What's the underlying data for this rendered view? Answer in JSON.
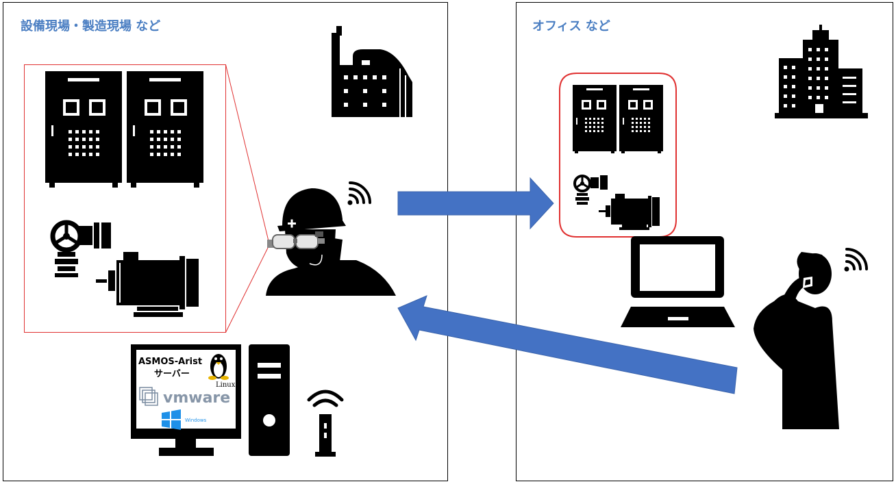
{
  "panels": {
    "left_title": "設備現場・製造現場 など",
    "right_title": "オフィス など"
  },
  "server": {
    "name_line1": "ASMOS-Arist",
    "name_line2": "サーバー",
    "linux_label": "Linux",
    "vmware_label": "vmware",
    "windows_label": "Windows"
  },
  "colors": {
    "title_blue": "#4a7ec2",
    "arrow_blue": "#4472c4",
    "callout_red": "#e03030"
  }
}
